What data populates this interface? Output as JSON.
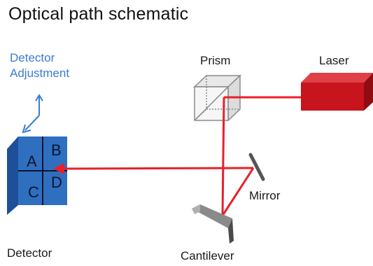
{
  "title": "Optical path schematic",
  "labels": {
    "detector_adjustment": "Detector Adjustment",
    "prism": "Prism",
    "laser": "Laser",
    "mirror": "Mirror",
    "detector": "Detector",
    "cantilever": "Cantilever"
  },
  "detector_quadrants": [
    "A",
    "B",
    "C",
    "D"
  ],
  "colors": {
    "laser_beam": "#e8202a",
    "laser_body": "#c8141c",
    "detector_front": "#2f6fc0",
    "detector_side": "#1e4f99",
    "adjust_arrow": "#3a7bd5",
    "cantilever": "#6b6b6b",
    "mirror": "#555555"
  },
  "icons": [
    "adjust-arrow-icon"
  ]
}
